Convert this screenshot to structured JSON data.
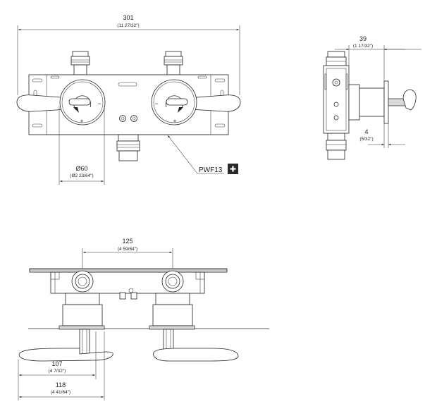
{
  "dimensions": {
    "front_width": {
      "value": "301",
      "imperial": "(11 27/32\")"
    },
    "handle_diameter": {
      "value": "Ø60",
      "imperial": "(Ø2 23/64\")"
    },
    "side_depth": {
      "value": "39",
      "imperial": "(1 17/32\")"
    },
    "side_plate": {
      "value": "4",
      "imperial": "(5/32\")"
    },
    "centers": {
      "value": "125",
      "imperial": "(4 59/64\")"
    },
    "projection_107": {
      "value": "107",
      "imperial": "(4 7/32\")"
    },
    "projection_118": {
      "value": "118",
      "imperial": "(4 41/64\")"
    }
  },
  "part_code": "PWF13",
  "handle_marks": {
    "plus": "+",
    "minus": "−"
  },
  "colors": {
    "line": "#222222",
    "fill_light": "#d9d9d9",
    "badge": "#2a2a2a"
  },
  "icons": {
    "part_badge": "plus-icon"
  }
}
